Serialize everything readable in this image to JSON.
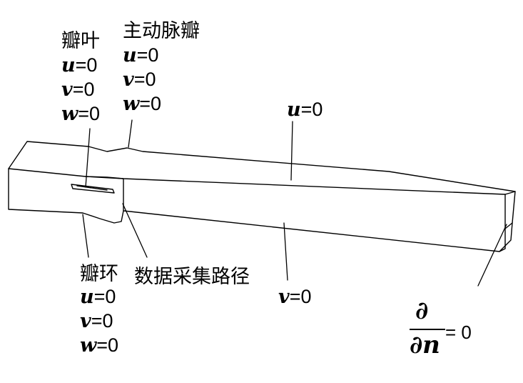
{
  "diagram": {
    "stroke_color": "#000000",
    "background": "#ffffff"
  },
  "labels": {
    "leaflet": {
      "title": "瓣叶",
      "lines": [
        {
          "var": "u",
          "rhs": "=0"
        },
        {
          "var": "v",
          "rhs": "=0"
        },
        {
          "var": "w",
          "rhs": "=0"
        }
      ]
    },
    "aortic_valve": {
      "title": "主动脉瓣",
      "lines": [
        {
          "var": "u",
          "rhs": "=0"
        },
        {
          "var": "v",
          "rhs": "=0"
        },
        {
          "var": "w",
          "rhs": "=0"
        }
      ]
    },
    "annulus": {
      "title": "瓣环",
      "lines": [
        {
          "var": "u",
          "rhs": "=0"
        },
        {
          "var": "v",
          "rhs": "=0"
        },
        {
          "var": "w",
          "rhs": "=0"
        }
      ]
    },
    "data_path": {
      "title": "数据采集路径"
    },
    "top_wall": {
      "var": "u",
      "rhs": "=0"
    },
    "side_wall": {
      "var": "v",
      "rhs": "=0"
    },
    "outlet": {
      "numerator": "∂",
      "denominator": "∂n",
      "rhs": "= 0"
    }
  }
}
